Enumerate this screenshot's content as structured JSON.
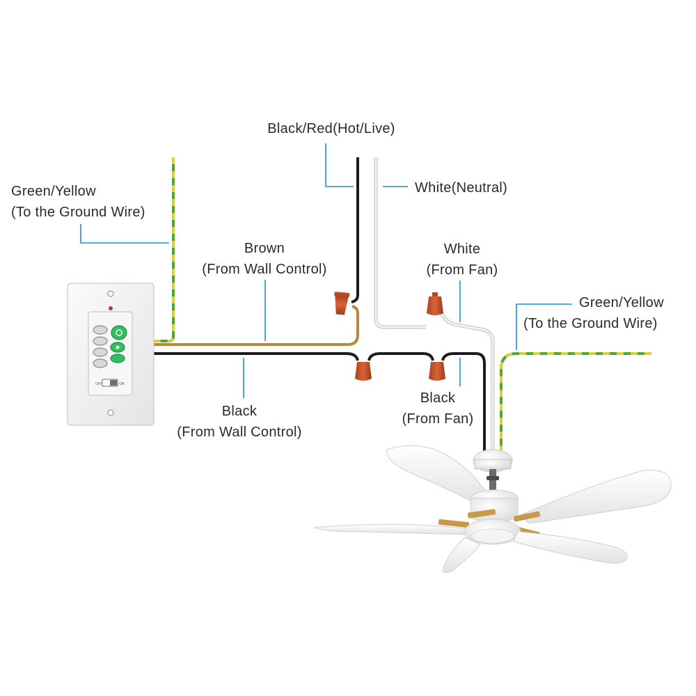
{
  "labels": {
    "hot": "Black/Red(Hot/Live)",
    "neutral": "White(Neutral)",
    "ground_left": {
      "line1": "Green/Yellow",
      "line2": "(To the Ground Wire)"
    },
    "brown": {
      "line1": "Brown",
      "line2": "(From Wall Control)"
    },
    "white_fan": {
      "line1": "White",
      "line2": "(From Fan)"
    },
    "ground_right": {
      "line1": "Green/Yellow",
      "line2": "(To the Ground Wire)"
    },
    "black_wall": {
      "line1": "Black",
      "line2": "(From Wall Control)"
    },
    "black_fan": {
      "line1": "Black",
      "line2": "(From Fan)"
    }
  },
  "wall_control": {
    "switch_off": "OFF",
    "switch_on": "ON"
  },
  "colors": {
    "leader": "#1a8fd1",
    "black_wire": "#1c1c1c",
    "brown_wire": "#b8893a",
    "white_wire": "#e9e9e6",
    "ground_green": "#4fa63a",
    "ground_yellow": "#d9d23a",
    "wire_nut": "#c1532e",
    "button_green": "#2fbf60",
    "fan_gold": "#c79a4a"
  }
}
